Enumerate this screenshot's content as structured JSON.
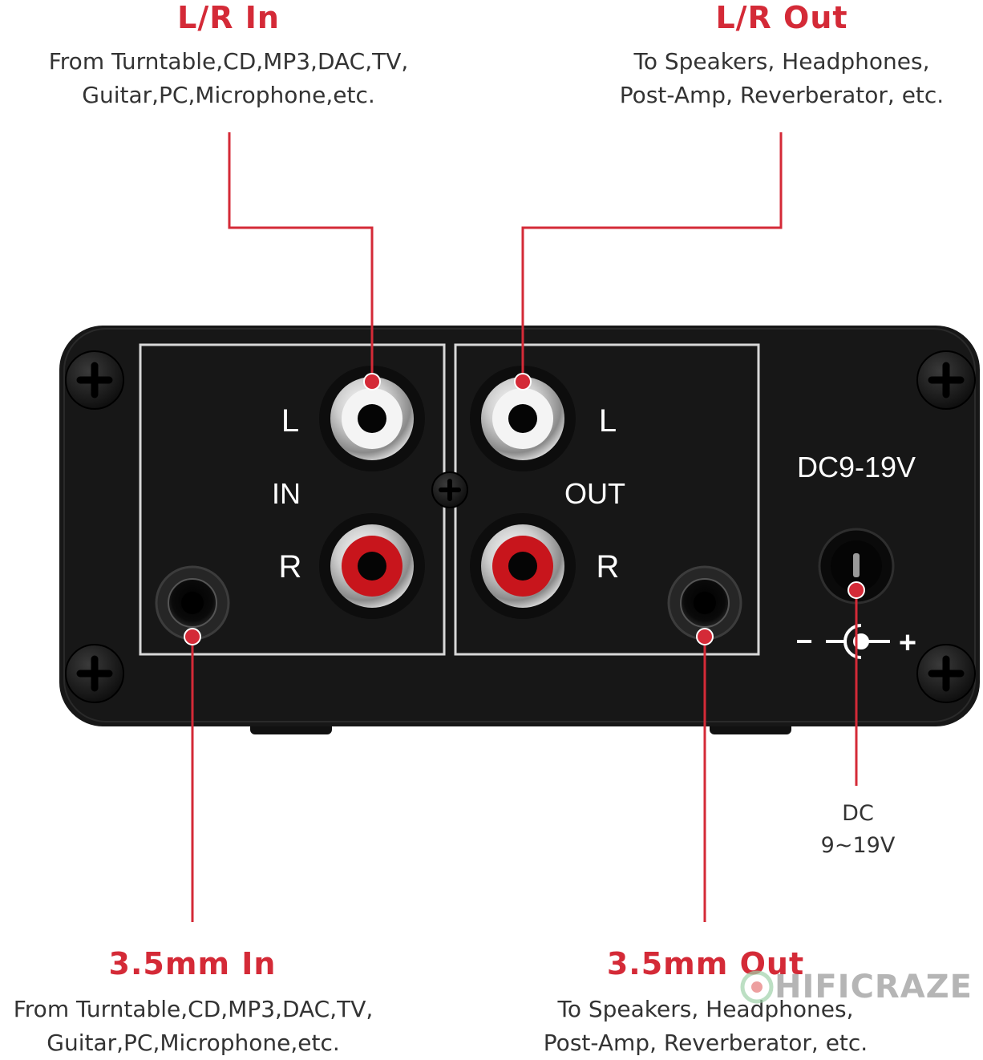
{
  "colors": {
    "accent": "#d42a37",
    "panel": "#161616",
    "text": "#333333"
  },
  "callouts": {
    "lr_in": {
      "title": "L/R In",
      "desc": "From Turntable,CD,MP3,DAC,TV,\nGuitar,PC,Microphone,etc."
    },
    "lr_out": {
      "title": "L/R Out",
      "desc": "To Speakers, Headphones,\nPost-Amp, Reverberator, etc."
    },
    "mm_in": {
      "title": "3.5mm In",
      "desc": "From Turntable,CD,MP3,DAC,TV,\nGuitar,PC,Microphone,etc."
    },
    "mm_out": {
      "title": "3.5mm Out",
      "desc": "To Speakers, Headphones,\nPost-Amp, Reverberator, etc."
    },
    "dc": {
      "desc": "DC\n9~19V"
    }
  },
  "panel": {
    "in_label": "IN",
    "out_label": "OUT",
    "left_l": "L",
    "left_r": "R",
    "right_l": "L",
    "right_r": "R",
    "dc_rating": "DC9-19V",
    "polarity_minus": "−",
    "polarity_plus": "+"
  },
  "watermark": {
    "text": "HIFICRAZE",
    "icon": "hificraze-logo-icon"
  }
}
